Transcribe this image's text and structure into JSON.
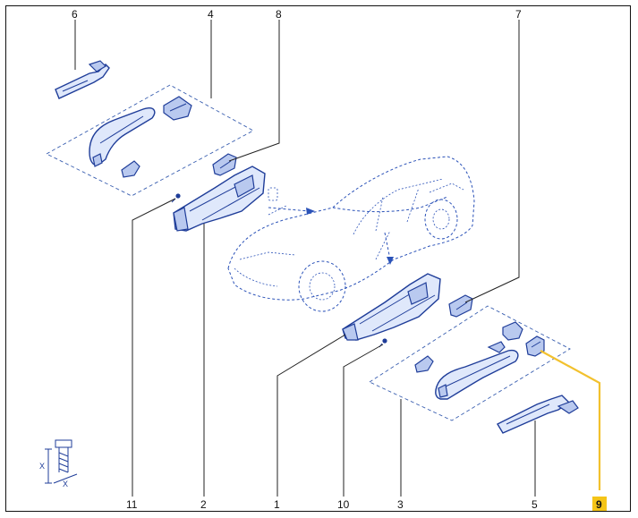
{
  "diagram": {
    "callouts": [
      {
        "id": "c6",
        "label": "6"
      },
      {
        "id": "c4",
        "label": "4"
      },
      {
        "id": "c8",
        "label": "8"
      },
      {
        "id": "c7",
        "label": "7"
      },
      {
        "id": "c11",
        "label": "11"
      },
      {
        "id": "c2",
        "label": "2"
      },
      {
        "id": "c1",
        "label": "1"
      },
      {
        "id": "c10",
        "label": "10"
      },
      {
        "id": "c3",
        "label": "3"
      },
      {
        "id": "c5",
        "label": "5"
      },
      {
        "id": "c9",
        "label": "9",
        "highlighted": true
      }
    ],
    "highlight_color": "#f5c518",
    "line_color": "#1f3d99",
    "icons": [
      "screw-dimension-icon"
    ]
  }
}
